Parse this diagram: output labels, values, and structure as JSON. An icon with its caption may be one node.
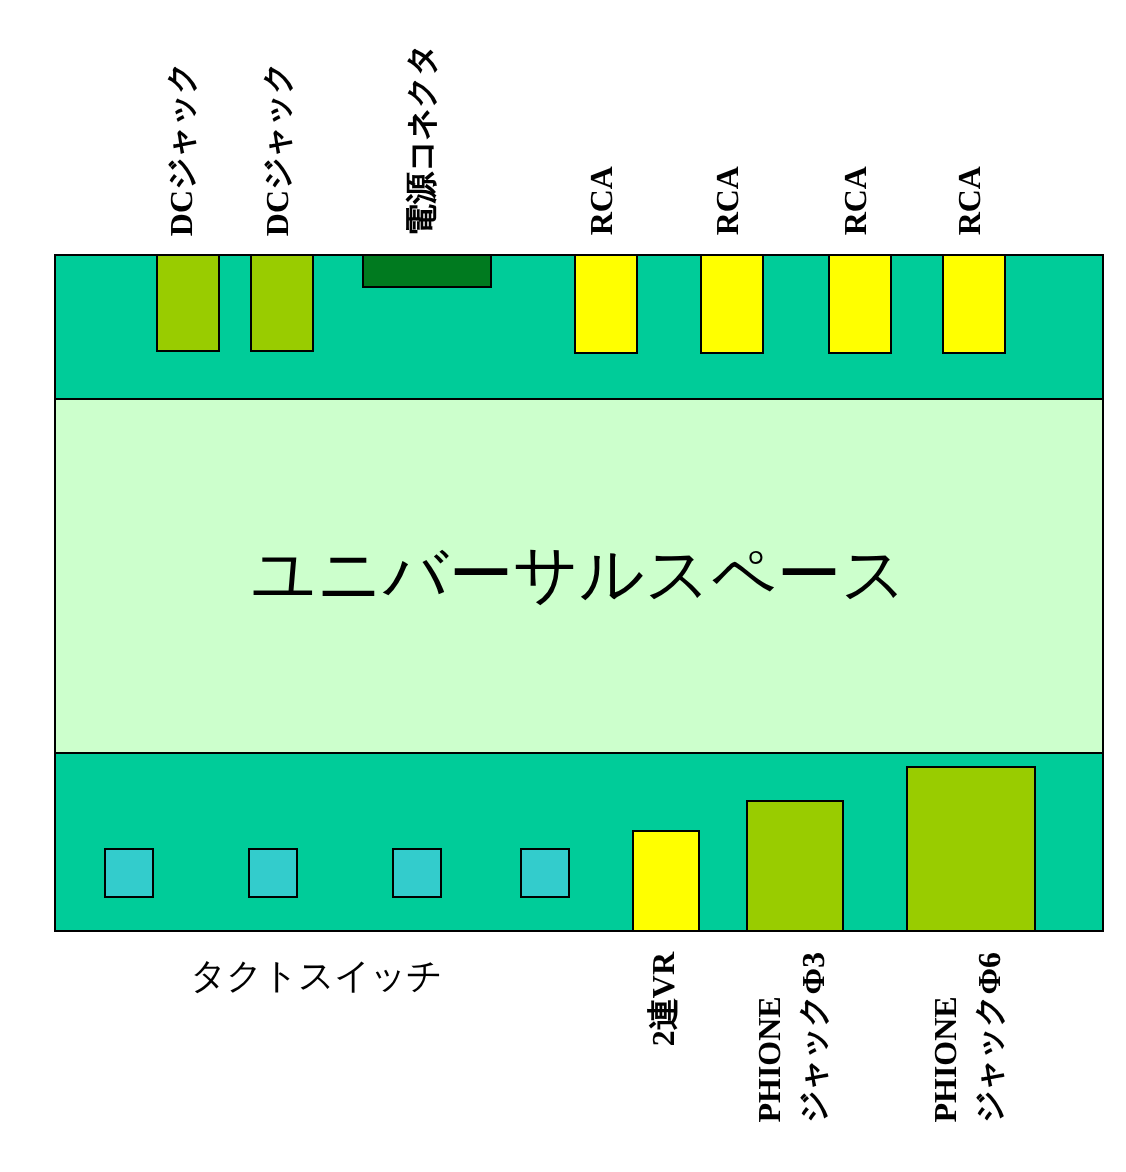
{
  "diagram": {
    "nodes": [
      {
        "text": [],
        "shape": "box"
      },
      {
        "text": [],
        "shape": "box",
        "in": 0,
        "beside": [
          "DCジャック"
        ]
      },
      {
        "text": [],
        "shape": "box",
        "in": 0,
        "beside": [
          "DCジャック"
        ]
      },
      {
        "text": [],
        "shape": "box",
        "in": 0,
        "beside": [
          "電源コネクタ"
        ]
      },
      {
        "text": [],
        "shape": "box",
        "in": 0,
        "beside": [
          "RCA"
        ]
      },
      {
        "text": [],
        "shape": "box",
        "in": 0,
        "beside": [
          "RCA"
        ]
      },
      {
        "text": [],
        "shape": "box",
        "in": 0,
        "beside": [
          "RCA"
        ]
      },
      {
        "text": [],
        "shape": "box",
        "in": 0,
        "beside": [
          "RCA"
        ]
      },
      {
        "text": [
          "ユニバーサルスペース"
        ]
      },
      {
        "text": [],
        "shape": "box"
      },
      {
        "text": [],
        "shape": "box",
        "in": 9
      },
      {
        "text": [],
        "shape": "box",
        "in": 9
      },
      {
        "text": [],
        "shape": "box",
        "in": 9
      },
      {
        "text": [],
        "shape": "box",
        "in": 9
      },
      {
        "text": [],
        "shape": "box",
        "in": 9,
        "beside": [
          "2連VR"
        ]
      },
      {
        "text": [],
        "shape": "box",
        "in": 9,
        "beside": [
          "PHIONE ジャックΦ3"
        ]
      },
      {
        "text": [],
        "shape": "box",
        "in": 9,
        "beside": [
          "PHIONE ジャックΦ6"
        ]
      }
    ],
    "edges": [],
    "labels": [
      "タクトスイッチ"
    ]
  }
}
